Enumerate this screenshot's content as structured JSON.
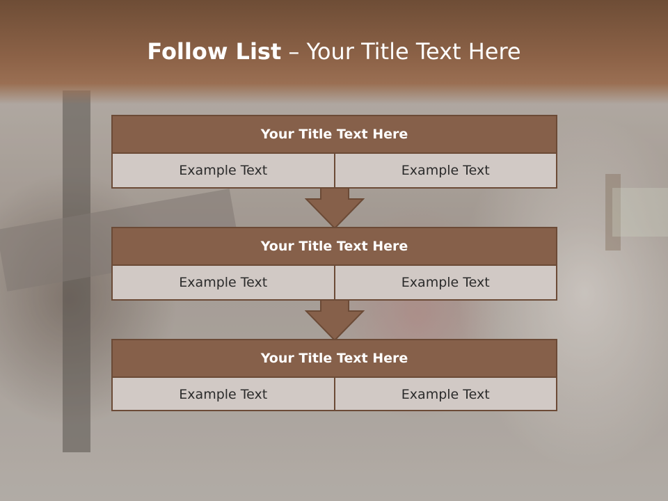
{
  "slide": {
    "title_bold": "Follow List",
    "title_rest": " – Your Title Text Here"
  },
  "blocks": [
    {
      "title": "Your Title Text Here",
      "left_text": "Example Text",
      "right_text": "Example Text"
    },
    {
      "title": "Your Title Text Here",
      "left_text": "Example Text",
      "right_text": "Example Text"
    },
    {
      "title": "Your Title Text Here",
      "left_text": "Example Text",
      "right_text": "Example Text"
    }
  ],
  "colors": {
    "header_brown": "#8c6247",
    "block_head": "#86604a",
    "block_cell": "#d1c9c5",
    "border": "#6b4a36",
    "arrow": "#86604a"
  },
  "icons": [
    "down-arrow-icon"
  ]
}
